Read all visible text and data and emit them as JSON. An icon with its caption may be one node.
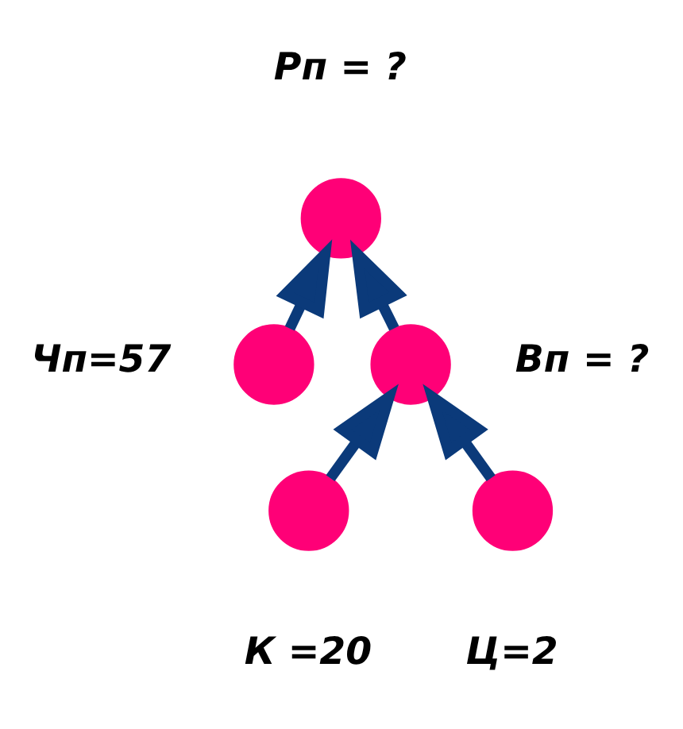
{
  "diagram": {
    "nodes": [
      {
        "text": [],
        "shape": "circle",
        "beside": [
          "Рп = ?"
        ]
      },
      {
        "text": [],
        "shape": "circle",
        "beside": [
          "Чп=57"
        ]
      },
      {
        "text": [],
        "shape": "circle",
        "beside": [
          "Вп = ?"
        ]
      },
      {
        "text": [],
        "shape": "circle",
        "beside": [
          "К =20"
        ]
      },
      {
        "text": [],
        "shape": "circle",
        "beside": [
          "Ц=2"
        ]
      }
    ],
    "edges": [
      {
        "from": 1,
        "to": 0,
        "arrow": "to"
      },
      {
        "from": 2,
        "to": 0,
        "arrow": "to"
      },
      {
        "from": 3,
        "to": 2,
        "arrow": "to"
      },
      {
        "from": 4,
        "to": 2,
        "arrow": "to"
      }
    ]
  }
}
